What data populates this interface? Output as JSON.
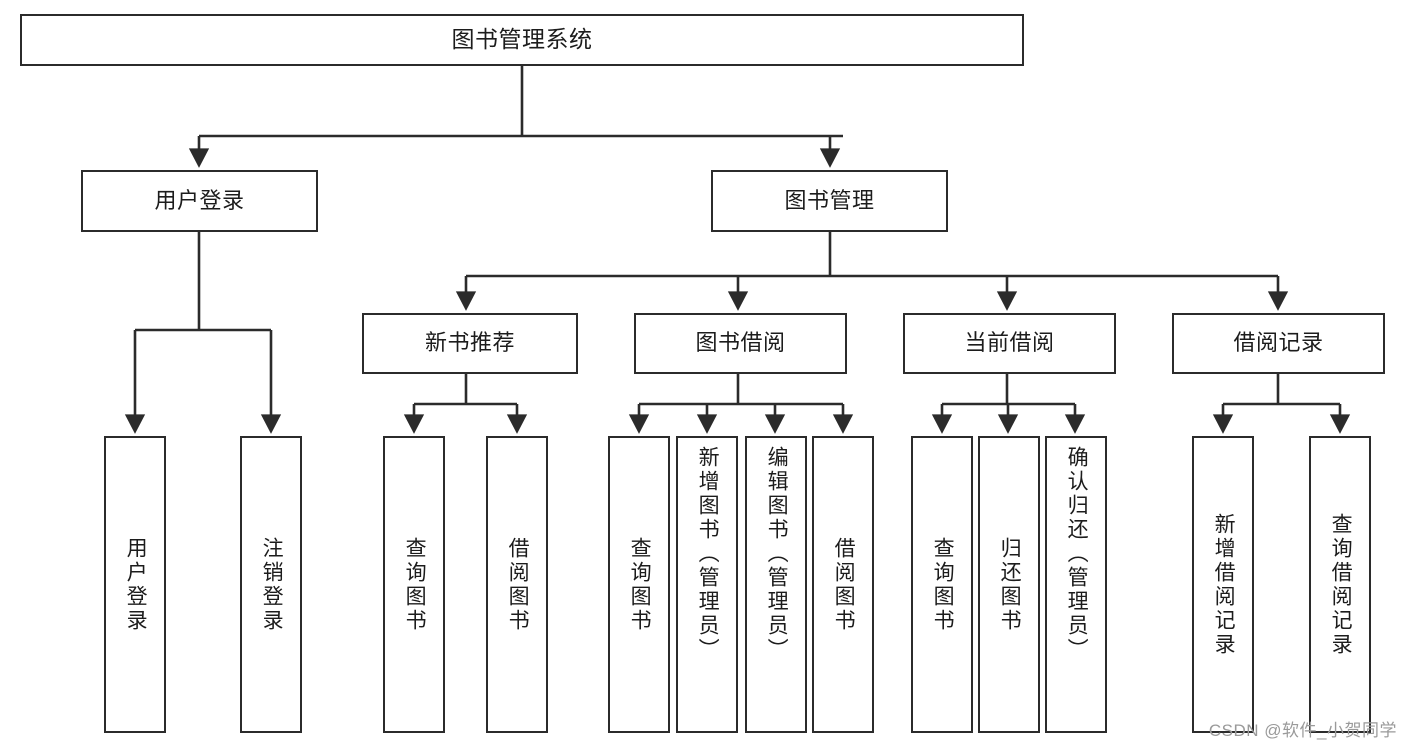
{
  "diagram": {
    "type": "tree-hierarchy",
    "title": "图书管理系统",
    "watermark": "CSDN @软件_小贺同学",
    "colors": {
      "box_border": "#2b2b2b",
      "box_fill": "#ffffff",
      "connector": "#2b2b2b",
      "text": "#1c1c1c",
      "watermark": "#9a9a9a",
      "background": "#ffffff"
    },
    "nodes": {
      "root": {
        "label": "图书管理系统"
      },
      "level2": [
        {
          "label": "用户登录"
        },
        {
          "label": "图书管理"
        }
      ],
      "level3": [
        {
          "label": "新书推荐"
        },
        {
          "label": "图书借阅"
        },
        {
          "label": "当前借阅"
        },
        {
          "label": "借阅记录"
        }
      ],
      "leaves_user_login": [
        {
          "label": "用户登录"
        },
        {
          "label": "注销登录"
        }
      ],
      "leaves_new_book": [
        {
          "label": "查询图书"
        },
        {
          "label": "借阅图书"
        }
      ],
      "leaves_borrow": [
        {
          "label": "查询图书"
        },
        {
          "label": "新增图书（管理员）"
        },
        {
          "label": "编辑图书（管理员）"
        },
        {
          "label": "借阅图书"
        }
      ],
      "leaves_current": [
        {
          "label": "查询图书"
        },
        {
          "label": "归还图书"
        },
        {
          "label": "确认归还（管理员）"
        }
      ],
      "leaves_records": [
        {
          "label": "新增借阅记录"
        },
        {
          "label": "查询借阅记录"
        }
      ]
    }
  }
}
